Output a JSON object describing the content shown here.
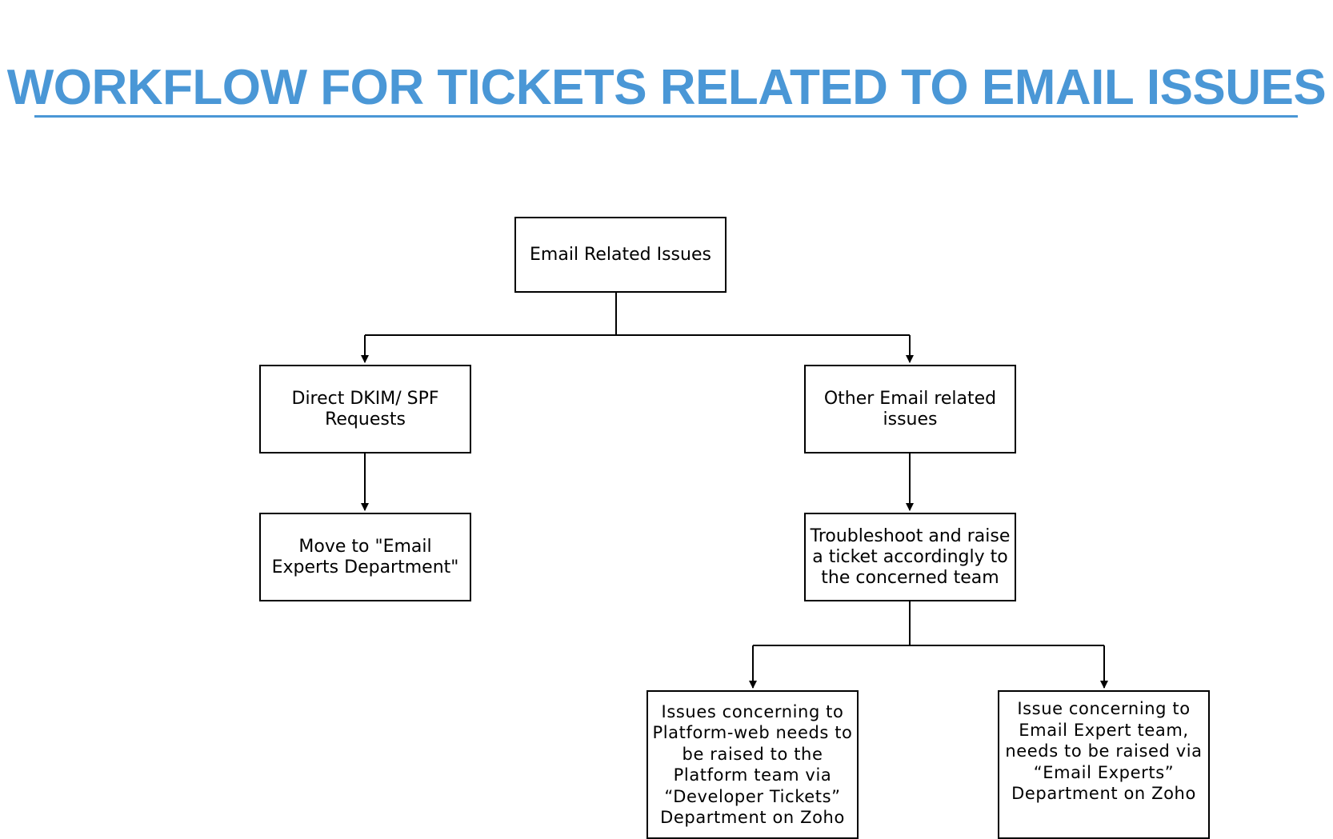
{
  "title": "WORKFLOW FOR TICKETS RELATED TO EMAIL ISSUES",
  "colors": {
    "title": "#4a97d6",
    "line": "#000000",
    "box_border": "#000000",
    "box_fill": "#ffffff"
  },
  "nodes": {
    "root": "Email Related Issues",
    "dkim": "Direct DKIM/ SPF Requests",
    "other": "Other Email related issues",
    "move": "Move to \"Email Experts Department\"",
    "troubleshoot": "Troubleshoot and raise a ticket accordingly to the concerned team",
    "platform": "Issues concerning to Platform-web needs to be raised to the Platform team via “Developer Tickets” Department on Zoho",
    "email_expert": "Issue concerning to Email Expert team, needs to be raised via “Email Experts” Department on Zoho"
  },
  "edges": [
    {
      "from": "root",
      "to": "dkim"
    },
    {
      "from": "root",
      "to": "other"
    },
    {
      "from": "dkim",
      "to": "move"
    },
    {
      "from": "other",
      "to": "troubleshoot"
    },
    {
      "from": "troubleshoot",
      "to": "platform"
    },
    {
      "from": "troubleshoot",
      "to": "email_expert"
    }
  ]
}
